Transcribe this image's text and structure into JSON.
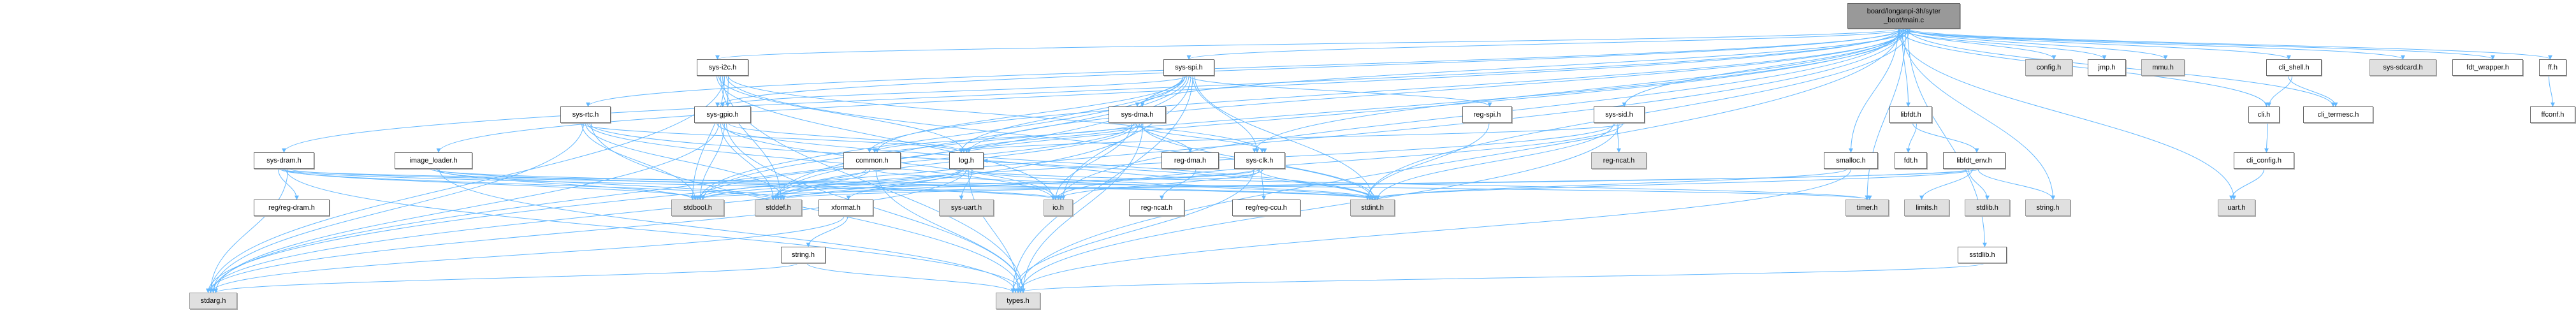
{
  "root": {
    "id": "main",
    "line1": "board/longanpi-3h/syter",
    "line2": "_boot/main.c"
  },
  "colors": {
    "edge": "#63b8ff",
    "root_fill": "#999999",
    "doc_fill": "#ffffff",
    "system_fill": "#e0e0e0"
  },
  "nodes": [
    {
      "id": "sys-i2c",
      "label": "sys-i2c.h",
      "kind": "doc"
    },
    {
      "id": "sys-spi",
      "label": "sys-spi.h",
      "kind": "doc"
    },
    {
      "id": "config",
      "label": "config.h",
      "kind": "sys"
    },
    {
      "id": "jmp",
      "label": "jmp.h",
      "kind": "doc"
    },
    {
      "id": "mmu",
      "label": "mmu.h",
      "kind": "sys"
    },
    {
      "id": "cli_shell",
      "label": "cli_shell.h",
      "kind": "doc"
    },
    {
      "id": "sys-sdcard",
      "label": "sys-sdcard.h",
      "kind": "sys"
    },
    {
      "id": "fdt_wrapper",
      "label": "fdt_wrapper.h",
      "kind": "doc"
    },
    {
      "id": "ff",
      "label": "ff.h",
      "kind": "doc"
    },
    {
      "id": "sys-rtc",
      "label": "sys-rtc.h",
      "kind": "doc"
    },
    {
      "id": "sys-gpio",
      "label": "sys-gpio.h",
      "kind": "doc"
    },
    {
      "id": "sys-dma",
      "label": "sys-dma.h",
      "kind": "doc"
    },
    {
      "id": "reg-spi",
      "label": "reg-spi.h",
      "kind": "doc"
    },
    {
      "id": "sys-sid",
      "label": "sys-sid.h",
      "kind": "doc"
    },
    {
      "id": "libfdt",
      "label": "libfdt.h",
      "kind": "doc"
    },
    {
      "id": "cli",
      "label": "cli.h",
      "kind": "doc"
    },
    {
      "id": "cli_termesc",
      "label": "cli_termesc.h",
      "kind": "doc"
    },
    {
      "id": "ffconf",
      "label": "ffconf.h",
      "kind": "doc"
    },
    {
      "id": "sys-dram",
      "label": "sys-dram.h",
      "kind": "doc"
    },
    {
      "id": "image_loader",
      "label": "image_loader.h",
      "kind": "doc"
    },
    {
      "id": "common",
      "label": "common.h",
      "kind": "doc"
    },
    {
      "id": "log",
      "label": "log.h",
      "kind": "doc"
    },
    {
      "id": "reg-dma",
      "label": "reg-dma.h",
      "kind": "doc"
    },
    {
      "id": "sys-clk",
      "label": "sys-clk.h",
      "kind": "doc"
    },
    {
      "id": "reg-ncat-sys",
      "label": "reg-ncat.h",
      "kind": "sys"
    },
    {
      "id": "smalloc",
      "label": "smalloc.h",
      "kind": "doc"
    },
    {
      "id": "fdt",
      "label": "fdt.h",
      "kind": "doc"
    },
    {
      "id": "libfdt_env",
      "label": "libfdt_env.h",
      "kind": "doc"
    },
    {
      "id": "cli_config",
      "label": "cli_config.h",
      "kind": "doc"
    },
    {
      "id": "reg-dram",
      "label": "reg/reg-dram.h",
      "kind": "doc"
    },
    {
      "id": "stdbool",
      "label": "stdbool.h",
      "kind": "sys"
    },
    {
      "id": "stddef",
      "label": "stddef.h",
      "kind": "sys"
    },
    {
      "id": "xformat",
      "label": "xformat.h",
      "kind": "doc"
    },
    {
      "id": "sys-uart",
      "label": "sys-uart.h",
      "kind": "sys"
    },
    {
      "id": "io",
      "label": "io.h",
      "kind": "sys"
    },
    {
      "id": "reg-ncat",
      "label": "reg-ncat.h",
      "kind": "doc"
    },
    {
      "id": "reg-ccu",
      "label": "reg/reg-ccu.h",
      "kind": "doc"
    },
    {
      "id": "stdint",
      "label": "stdint.h",
      "kind": "sys"
    },
    {
      "id": "timer",
      "label": "timer.h",
      "kind": "sys"
    },
    {
      "id": "limits",
      "label": "limits.h",
      "kind": "sys"
    },
    {
      "id": "stdlib",
      "label": "stdlib.h",
      "kind": "sys"
    },
    {
      "id": "string-sys",
      "label": "string.h",
      "kind": "sys"
    },
    {
      "id": "uart",
      "label": "uart.h",
      "kind": "sys"
    },
    {
      "id": "string",
      "label": "string.h",
      "kind": "doc"
    },
    {
      "id": "sstdlib",
      "label": "sstdlib.h",
      "kind": "doc"
    },
    {
      "id": "stdarg",
      "label": "stdarg.h",
      "kind": "sys"
    },
    {
      "id": "types",
      "label": "types.h",
      "kind": "sys"
    }
  ],
  "edges": [
    [
      "main",
      "sys-i2c"
    ],
    [
      "main",
      "sys-spi"
    ],
    [
      "main",
      "config"
    ],
    [
      "main",
      "jmp"
    ],
    [
      "main",
      "mmu"
    ],
    [
      "main",
      "cli_shell"
    ],
    [
      "main",
      "sys-sdcard"
    ],
    [
      "main",
      "fdt_wrapper"
    ],
    [
      "main",
      "ff"
    ],
    [
      "main",
      "sys-rtc"
    ],
    [
      "main",
      "sys-gpio"
    ],
    [
      "main",
      "sys-dma"
    ],
    [
      "main",
      "sys-sid"
    ],
    [
      "main",
      "libfdt"
    ],
    [
      "main",
      "cli"
    ],
    [
      "main",
      "cli_termesc"
    ],
    [
      "main",
      "sys-dram"
    ],
    [
      "main",
      "image_loader"
    ],
    [
      "main",
      "common"
    ],
    [
      "main",
      "log"
    ],
    [
      "main",
      "sys-clk"
    ],
    [
      "main",
      "smalloc"
    ],
    [
      "main",
      "stdbool"
    ],
    [
      "main",
      "stddef"
    ],
    [
      "main",
      "io"
    ],
    [
      "main",
      "stdint"
    ],
    [
      "main",
      "timer"
    ],
    [
      "main",
      "string-sys"
    ],
    [
      "main",
      "uart"
    ],
    [
      "main",
      "sstdlib"
    ],
    [
      "main",
      "stdarg"
    ],
    [
      "main",
      "types"
    ],
    [
      "sys-i2c",
      "sys-gpio"
    ],
    [
      "sys-i2c",
      "stdarg"
    ],
    [
      "sys-i2c",
      "stddef"
    ],
    [
      "sys-i2c",
      "io"
    ],
    [
      "sys-i2c",
      "stdint"
    ],
    [
      "sys-i2c",
      "types"
    ],
    [
      "sys-i2c",
      "log"
    ],
    [
      "sys-i2c",
      "sys-clk"
    ],
    [
      "sys-i2c",
      "stdbool"
    ],
    [
      "sys-spi",
      "sys-gpio"
    ],
    [
      "sys-spi",
      "sys-dma"
    ],
    [
      "sys-spi",
      "sys-clk"
    ],
    [
      "sys-spi",
      "reg-spi"
    ],
    [
      "sys-spi",
      "log"
    ],
    [
      "sys-spi",
      "stdint"
    ],
    [
      "sys-spi",
      "io"
    ],
    [
      "sys-spi",
      "stddef"
    ],
    [
      "sys-spi",
      "stdbool"
    ],
    [
      "sys-spi",
      "types"
    ],
    [
      "sys-spi",
      "stdarg"
    ],
    [
      "sys-spi",
      "common"
    ],
    [
      "sys-gpio",
      "log"
    ],
    [
      "sys-gpio",
      "stdbool"
    ],
    [
      "sys-gpio",
      "stddef"
    ],
    [
      "sys-gpio",
      "stdint"
    ],
    [
      "sys-gpio",
      "types"
    ],
    [
      "sys-gpio",
      "io"
    ],
    [
      "sys-gpio",
      "stdarg"
    ],
    [
      "sys-dma",
      "log"
    ],
    [
      "sys-dma",
      "reg-dma"
    ],
    [
      "sys-dma",
      "sys-clk"
    ],
    [
      "sys-dma",
      "io"
    ],
    [
      "sys-dma",
      "stdint"
    ],
    [
      "sys-dma",
      "stddef"
    ],
    [
      "sys-dma",
      "stdbool"
    ],
    [
      "sys-dma",
      "types"
    ],
    [
      "sys-dma",
      "stdarg"
    ],
    [
      "sys-dma",
      "common"
    ],
    [
      "sys-rtc",
      "log"
    ],
    [
      "sys-rtc",
      "stdint"
    ],
    [
      "sys-rtc",
      "stddef"
    ],
    [
      "sys-rtc",
      "stdbool"
    ],
    [
      "sys-rtc",
      "types"
    ],
    [
      "sys-rtc",
      "io"
    ],
    [
      "sys-rtc",
      "stdarg"
    ],
    [
      "sys-dram",
      "reg-dram"
    ],
    [
      "sys-dram",
      "stdarg"
    ],
    [
      "sys-dram",
      "stdbool"
    ],
    [
      "sys-dram",
      "stddef"
    ],
    [
      "sys-dram",
      "stdint"
    ],
    [
      "sys-dram",
      "types"
    ],
    [
      "sys-dram",
      "io"
    ],
    [
      "sys-dram",
      "timer"
    ],
    [
      "image_loader",
      "stdbool"
    ],
    [
      "image_loader",
      "stddef"
    ],
    [
      "image_loader",
      "stdint"
    ],
    [
      "image_loader",
      "types"
    ],
    [
      "image_loader",
      "io"
    ],
    [
      "common",
      "stddef"
    ],
    [
      "common",
      "stdbool"
    ],
    [
      "common",
      "types"
    ],
    [
      "common",
      "stdint"
    ],
    [
      "log",
      "xformat"
    ],
    [
      "log",
      "sys-uart"
    ],
    [
      "log",
      "types"
    ],
    [
      "log",
      "stdbool"
    ],
    [
      "log",
      "stddef"
    ],
    [
      "log",
      "stdint"
    ],
    [
      "log",
      "stdarg"
    ],
    [
      "log",
      "timer"
    ],
    [
      "reg-dma",
      "reg-ncat"
    ],
    [
      "sys-clk",
      "reg-ccu"
    ],
    [
      "sys-clk",
      "stdint"
    ],
    [
      "sys-clk",
      "types"
    ],
    [
      "sys-clk",
      "io"
    ],
    [
      "sys-clk",
      "stddef"
    ],
    [
      "sys-clk",
      "stdbool"
    ],
    [
      "sys-clk",
      "log"
    ],
    [
      "reg-spi",
      "stdint"
    ],
    [
      "sys-sid",
      "reg-ncat-sys"
    ],
    [
      "sys-sid",
      "stdint"
    ],
    [
      "sys-sid",
      "io"
    ],
    [
      "sys-sid",
      "types"
    ],
    [
      "sys-sid",
      "stddef"
    ],
    [
      "sys-sid",
      "log"
    ],
    [
      "xformat",
      "string"
    ],
    [
      "xformat",
      "stdarg"
    ],
    [
      "string",
      "stdarg"
    ],
    [
      "string",
      "types"
    ],
    [
      "smalloc",
      "types"
    ],
    [
      "smalloc",
      "stdint"
    ],
    [
      "libfdt",
      "fdt"
    ],
    [
      "libfdt",
      "libfdt_env"
    ],
    [
      "libfdt_env",
      "limits"
    ],
    [
      "libfdt_env",
      "stdlib"
    ],
    [
      "libfdt_env",
      "string-sys"
    ],
    [
      "libfdt_env",
      "stdint"
    ],
    [
      "libfdt_env",
      "stddef"
    ],
    [
      "libfdt_env",
      "stdbool"
    ],
    [
      "sstdlib",
      "types"
    ],
    [
      "cli_shell",
      "cli"
    ],
    [
      "cli_shell",
      "cli_termesc"
    ],
    [
      "cli",
      "cli_config"
    ],
    [
      "cli_config",
      "uart"
    ],
    [
      "ff",
      "ffconf"
    ]
  ]
}
